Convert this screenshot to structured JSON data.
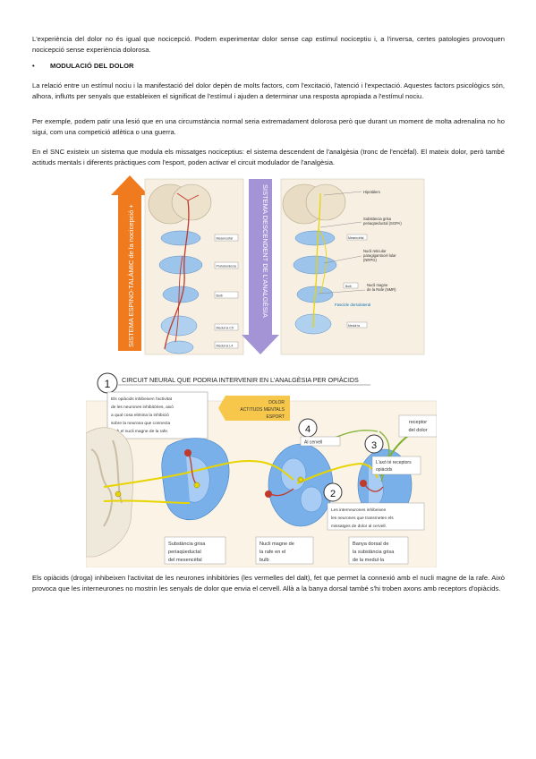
{
  "doc": {
    "p1": "L'experiència del dolor no és igual que nocicepció. Podem experimentar dolor sense cap estímul nociceptiu i, a l'inversa, certes patologies provoquen nocicepció sense experiència dolorosa.",
    "heading": "MODULACIÓ DEL DOLOR",
    "p2": "La relació entre un estímul nociu i la manifestació del dolor depèn de molts factors, com l'excitació, l'atenció i l'expectació. Aquestes factors psicològics són, alhora, influïts per senyals que estableixen el significat de l'estímul i ajuden a determinar una resposta apropiada a l'estímul nociu.",
    "p3": "Per exemple, podem patir una lesió que en una circumstància normal seria extremadament dolorosa però que durant un moment de molta adrenalina no ho sigui, com una competició atlètica o una guerra.",
    "p4": "En el SNC existeix un sistema que modula els missatges nociceptius: el sistema descendent de l'analgèsia (tronc de l'encèfal). El mateix dolor, però també actituds mentals i diferents pràctiques com l'esport, poden activar el circuit modulador de l'analgèsia.",
    "p5": "Els opiàcids (droga) inhibeixen l'activitat de les neurones inhibitòries (les vermelles del dalt), fet que permet la connexió amb el nucli magne de la rafe. Això provoca que les interneurones no mostrin les senyals de dolor que envia el cervell. Allà a la banya dorsal també s'hi troben axons amb receptors d'opiàcids."
  },
  "fig1": {
    "left_arrow": "SISTEMA ESPINO-TALÀMIC de la nocicepció +",
    "right_arrow": "SISTEMA DESCENDENT DE L'ANALGÈSIA",
    "left_labels": [
      "Mesencèfal",
      "Protuberància",
      "Bulb",
      "Medul·la C5",
      "Medul·la L4"
    ],
    "right_labels": {
      "hypothalamus": "Hipotàlem",
      "pag1": "Substància grisa",
      "pag2": "periaqüeductal (SGPA)",
      "mesen": "Mesencèfal",
      "nrpg1": "Nucli reticular",
      "nrpg2": "paragigantocel·lular",
      "nrpg3": "(NRPG)",
      "bulb": "Bulb",
      "raphe1": "Nucli magne",
      "raphe2": "de la Rafe (NMR)",
      "dlf": "Fascicle dorsolateral",
      "medulla": "Medul·la"
    }
  },
  "fig2": {
    "number1": "1",
    "title": "CIRCUIT NEURAL QUE PODRIA INTERVENIR EN L'ANALGÈSIA PER OPIÀCIDS",
    "box1": [
      "Els opiàcids inhibeixen l'activitat",
      "de les neurones inhibitòries, això",
      "a qual cosa elimina la inhibició",
      "sobre la neurona que connecta",
      "amb el nucli magne de la rafe."
    ],
    "dolor_box": [
      "DOLOR",
      "ACTITUDS MENTALS",
      "ESPORT"
    ],
    "number4": "4",
    "al_cervell": "Al cervell",
    "number3": "3",
    "receptor": [
      "receptor",
      "del dolor"
    ],
    "box3": [
      "L'axó té receptors",
      "opiàcids"
    ],
    "number2": "2",
    "box2": [
      "Les interneurones inhibeixen",
      "les neurones que transmeten els",
      "missatges de dolor al cervell."
    ],
    "cap1": [
      "Substància grisa",
      "periaqüeductal",
      "del mesencèfal"
    ],
    "cap2": [
      "Nucli magne de",
      "la rafe en el",
      "bulb"
    ],
    "cap3": [
      "Banya dorsal de",
      "la substància grisa",
      "de la medul·la"
    ]
  }
}
